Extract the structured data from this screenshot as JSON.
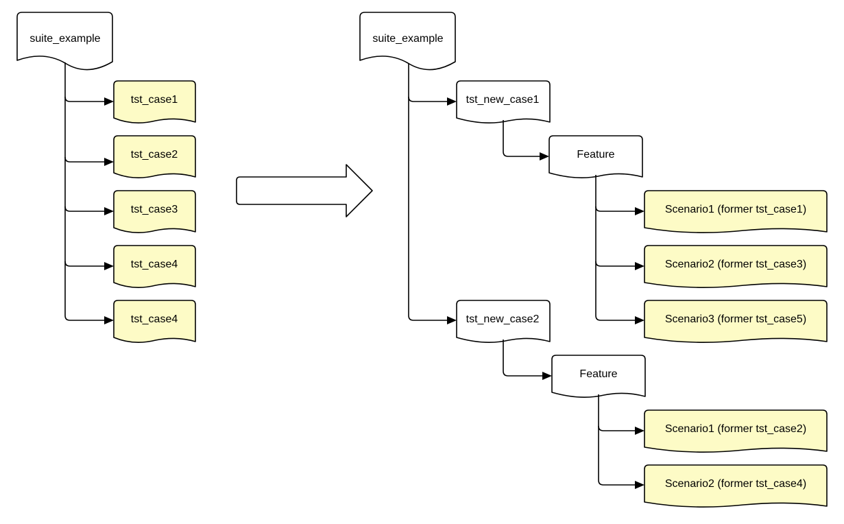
{
  "diagram": {
    "left": {
      "root": "suite_example",
      "children": [
        "tst_case1",
        "tst_case2",
        "tst_case3",
        "tst_case4",
        "tst_case4"
      ]
    },
    "right": {
      "root": "suite_example",
      "cases": [
        {
          "name": "tst_new_case1",
          "feature": "Feature",
          "scenarios": [
            "Scenario1 (former tst_case1)",
            "Scenario2 (former tst_case3)",
            "Scenario3 (former tst_case5)"
          ]
        },
        {
          "name": "tst_new_case2",
          "feature": "Feature",
          "scenarios": [
            "Scenario1 (former tst_case2)",
            "Scenario2 (former tst_case4)"
          ]
        }
      ]
    }
  },
  "colors": {
    "leaf_fill": "#fdfbc6",
    "node_fill": "#ffffff",
    "stroke": "#000000"
  }
}
